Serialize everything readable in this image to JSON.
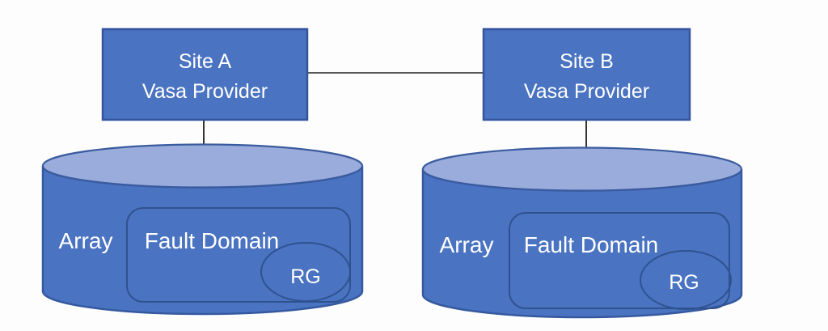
{
  "colors": {
    "background": "#fdfdfd",
    "box_fill": "#4a73c2",
    "box_border": "#34549e",
    "cylinder_fill": "#4a73c2",
    "cylinder_top_fill": "#9aacdb",
    "cylinder_border": "#35599f",
    "inner_outline": "#2f528f",
    "label_text": "#ffffff",
    "connector_horizontal": "#595959",
    "connector_vertical": "#1f1f1f"
  },
  "nodes": {
    "site_a": {
      "title": "Site A",
      "subtitle": "Vasa Provider"
    },
    "site_b": {
      "title": "Site B",
      "subtitle": "Vasa Provider"
    },
    "array_a": {
      "label": "Array",
      "fault_domain_label": "Fault Domain",
      "rg_label": "RG"
    },
    "array_b": {
      "label": "Array",
      "fault_domain_label": "Fault Domain",
      "rg_label": "RG"
    }
  },
  "edges": [
    {
      "from": "site_a",
      "to": "site_b",
      "style": "horizontal-line"
    },
    {
      "from": "site_a",
      "to": "array_a",
      "style": "vertical-line"
    },
    {
      "from": "site_b",
      "to": "array_b",
      "style": "vertical-line"
    }
  ]
}
